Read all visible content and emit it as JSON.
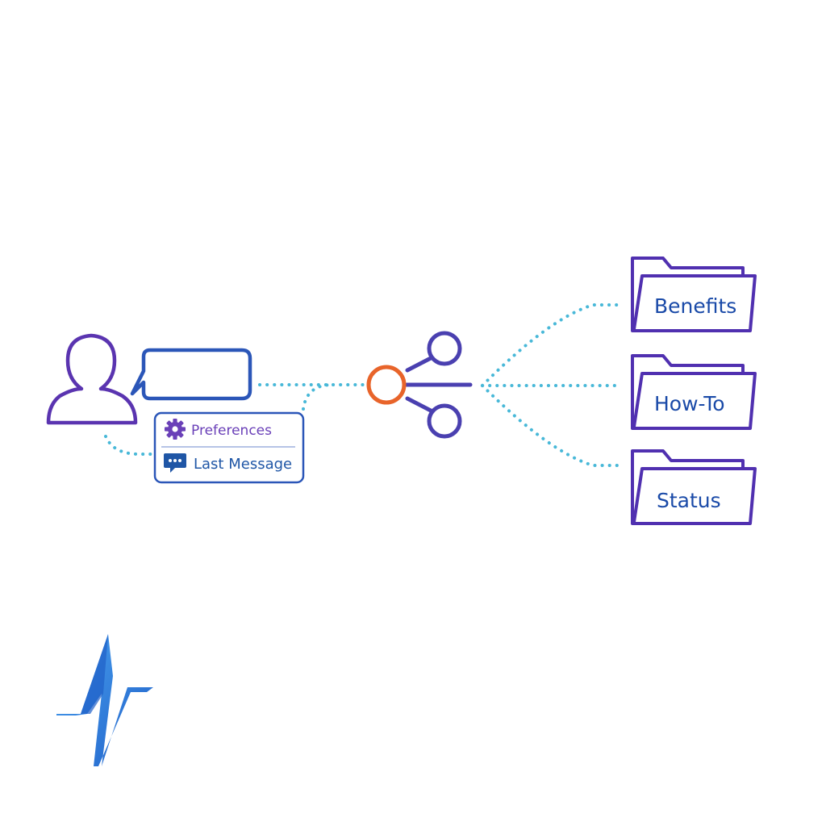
{
  "colors": {
    "background": "#ffffff",
    "user_outline": "#5a34b0",
    "panel_outline": "#2b56b8",
    "connector_dots": "#48b8d8",
    "hub_center": "#e8642a",
    "hub_branch": "#4a40b0",
    "folder_outline": "#5030b0",
    "folder_label": "#1a4aa8",
    "preferences_text": "#6a40b8",
    "last_message_text": "#1f56a6",
    "logo_blue": "#2a7fe0"
  },
  "user": {
    "icon": "user-icon",
    "bubble_icon": "speech-bubble-icon"
  },
  "context_panel": {
    "items": [
      {
        "icon": "gear-icon",
        "label": "Preferences"
      },
      {
        "icon": "chat-icon",
        "label": "Last Message"
      }
    ]
  },
  "router": {
    "icon": "share-hub-icon"
  },
  "folders": [
    {
      "icon": "folder-icon",
      "label": "Benefits"
    },
    {
      "icon": "folder-icon",
      "label": "How-To"
    },
    {
      "icon": "folder-icon",
      "label": "Status"
    }
  ],
  "logo": {
    "icon": "pulse-logo-icon"
  }
}
